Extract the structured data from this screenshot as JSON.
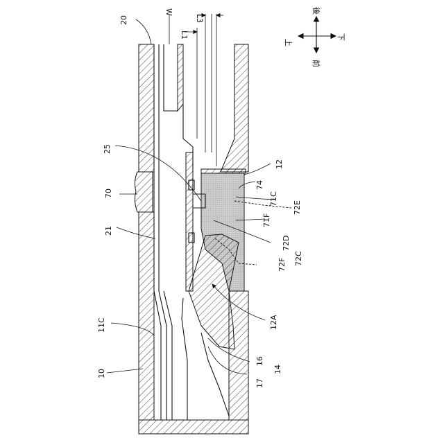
{
  "directions": {
    "up": "上",
    "down": "下",
    "front": "前",
    "back": "後"
  },
  "labels": {
    "l20": "20",
    "lW": "W",
    "lL1": "L1",
    "lL3": "L3",
    "l12": "12",
    "l25": "25",
    "l74": "74",
    "l71C": "71C",
    "l72E": "72E",
    "l70": "70",
    "l71F": "71F",
    "l72D": "72D",
    "l72F": "72F",
    "l72C": "72C",
    "l21": "21",
    "l12A": "12A",
    "l11C": "11C",
    "l10": "10",
    "l17": "17",
    "l16": "16",
    "l14": "14"
  },
  "colors": {
    "line": "#111111",
    "background": "#ffffff",
    "shade": "#c8c8c8"
  }
}
